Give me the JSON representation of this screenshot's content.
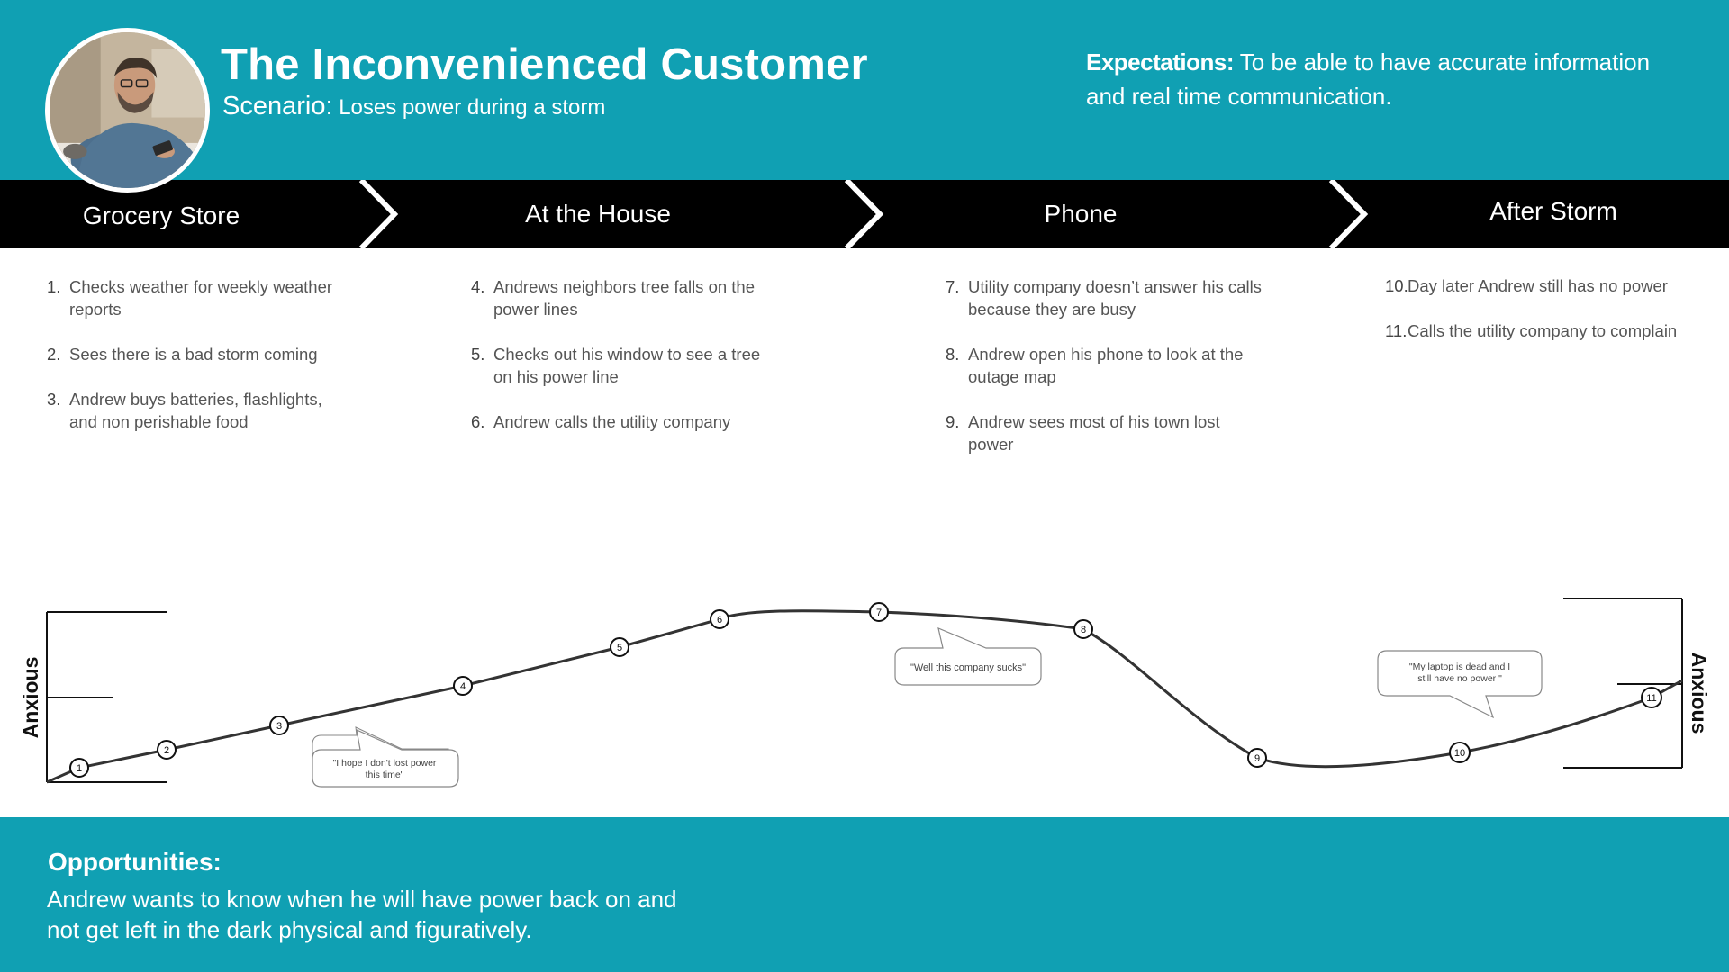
{
  "header": {
    "title": "The Inconvenienced Customer",
    "scenario_label": "Scenario:",
    "scenario_text": "Loses power during a storm",
    "expectations_label": "Expectations:",
    "expectations_text": "To be able to have accurate information and real time communication."
  },
  "stages": [
    {
      "label": "Grocery Store"
    },
    {
      "label": "At the House"
    },
    {
      "label": "Phone"
    },
    {
      "label": "After Storm"
    }
  ],
  "steps": [
    {
      "num": "1.",
      "text": "Checks weather  for weekly weather reports"
    },
    {
      "num": "2.",
      "text": "Sees there is a bad storm coming"
    },
    {
      "num": "3.",
      "text": "Andrew buys  batteries, flashlights, and non perishable food"
    },
    {
      "num": "4.",
      "text": "Andrews neighbors tree falls on the power lines"
    },
    {
      "num": "5.",
      "text": "Checks out his window to see a tree on his power line"
    },
    {
      "num": "6.",
      "text": "Andrew calls the utility company"
    },
    {
      "num": "7.",
      "text": "Utility company doesn’t answer his calls because they are busy"
    },
    {
      "num": "8.",
      "text": "Andrew open his phone to look at the outage map"
    },
    {
      "num": "9.",
      "text": "Andrew sees most of his town lost power"
    },
    {
      "num": "10.",
      "text": "Day later Andrew still has no power"
    },
    {
      "num": "11.",
      "text": "Calls the utility company to complain"
    }
  ],
  "journey": {
    "axis_label_left": "Anxious",
    "axis_label_right": "Anxious",
    "points": [
      {
        "label": "1"
      },
      {
        "label": "2"
      },
      {
        "label": "3"
      },
      {
        "label": "4"
      },
      {
        "label": "5"
      },
      {
        "label": "6"
      },
      {
        "label": "7"
      },
      {
        "label": "8"
      },
      {
        "label": "9"
      },
      {
        "label": "10"
      },
      {
        "label": "11"
      }
    ],
    "quotes": [
      {
        "lines": [
          "\"I hope I don't lost power",
          "this time\""
        ]
      },
      {
        "lines": [
          "\"Well this company sucks\""
        ]
      },
      {
        "lines": [
          "\"My laptop is dead and I",
          "still have no power \""
        ]
      }
    ]
  },
  "opportunities": {
    "label": "Opportunities:",
    "text": "Andrew  wants to know  when he will have power back on and not get left in the dark physical and figuratively."
  },
  "colors": {
    "teal": "#10a0b3",
    "black": "#000000",
    "white": "#ffffff",
    "curve": "#333333"
  }
}
